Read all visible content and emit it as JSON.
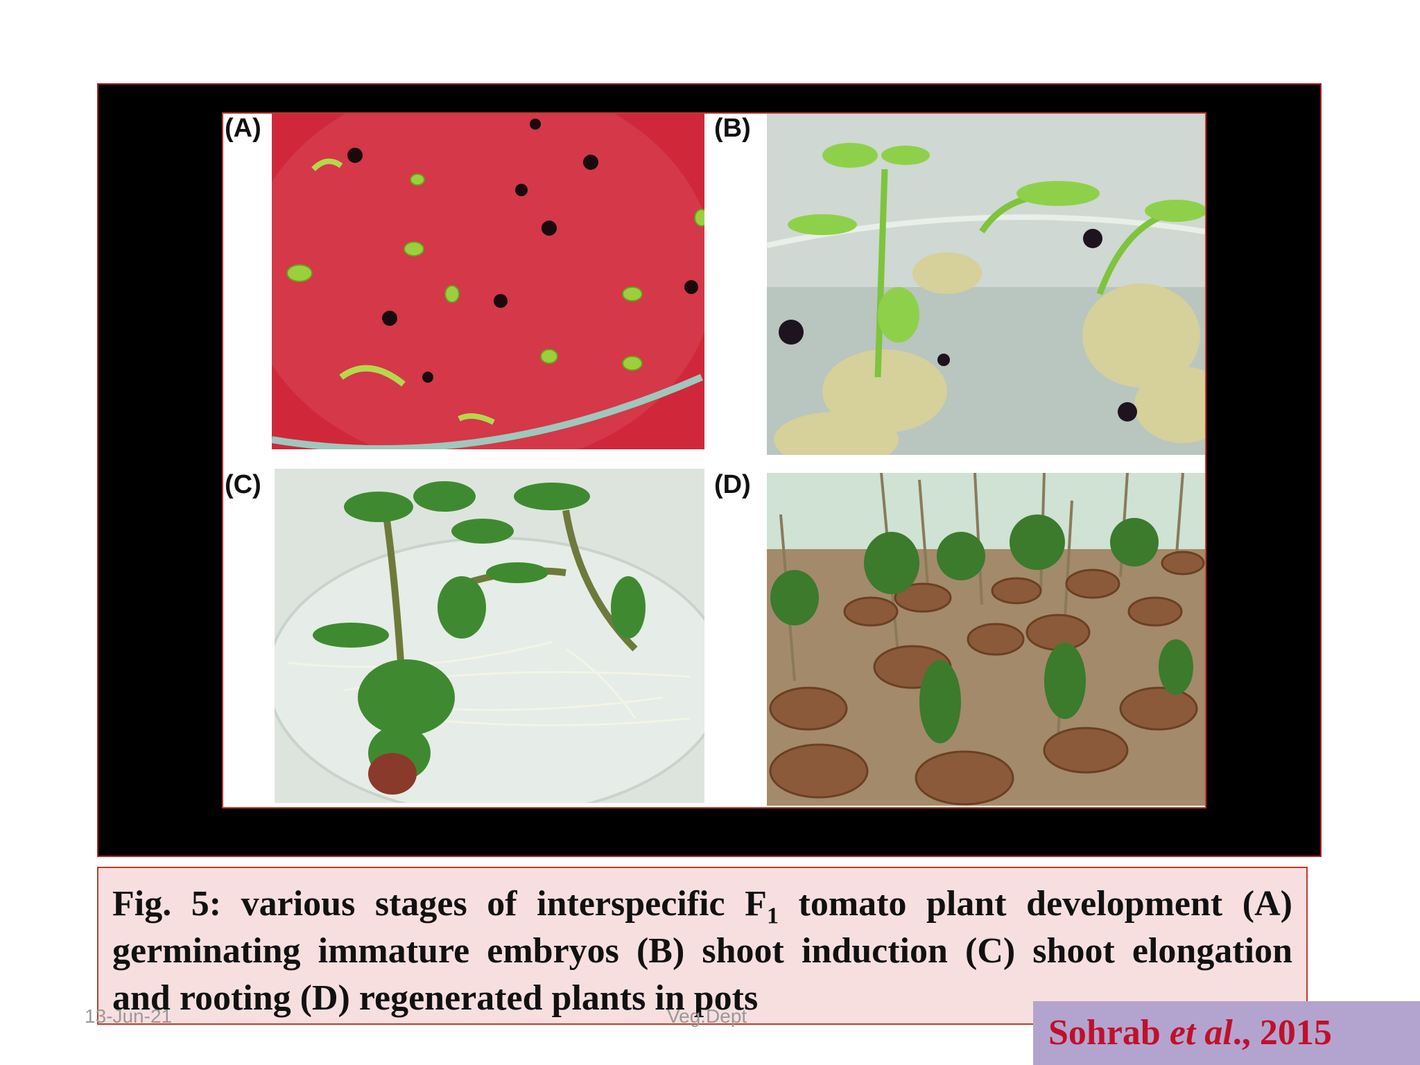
{
  "figure": {
    "panels": [
      {
        "label": "(A)",
        "scene": "petri-dish-embryos"
      },
      {
        "label": "(B)",
        "scene": "shoot-induction"
      },
      {
        "label": "(C)",
        "scene": "shoot-elongation-rooting"
      },
      {
        "label": "(D)",
        "scene": "potted-plants"
      }
    ]
  },
  "caption": {
    "prefix": "Fig. 5: various stages of interspecific F",
    "subscript": "1",
    "suffix": " tomato plant development (A) germinating immature embryos (B) shoot induction (C) shoot elongation and rooting (D) regenerated plants in pots"
  },
  "footer": {
    "date": "13-Jun-21",
    "dept": "Veg.Dept"
  },
  "citation": {
    "author": "Sohrab ",
    "etal": "et al",
    "year": "., 2015"
  },
  "colors": {
    "frame_border": "#b22222",
    "caption_bg": "#f7dfe0",
    "citation_bg": "#b3a4cf",
    "citation_text": "#c0102a"
  }
}
